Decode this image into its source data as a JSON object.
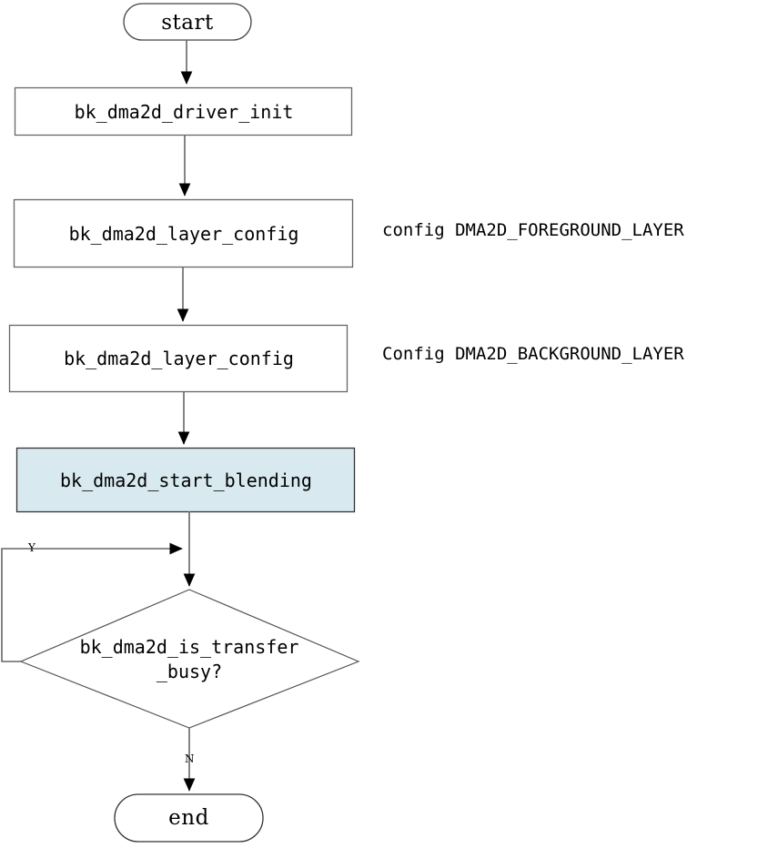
{
  "diagram": {
    "title": "bk_dma2d blending flowchart",
    "type": "flowchart",
    "background_color": "#ffffff",
    "stroke_color": "#666666",
    "text_color": "#000000",
    "highlight_fill": "#d9e9f0",
    "highlight_stroke": "#333333",
    "nodes": {
      "start": {
        "label": "start",
        "shape": "terminal"
      },
      "driver_init": {
        "label": "bk_dma2d_driver_init",
        "shape": "process"
      },
      "layer_config_fg": {
        "label": "bk_dma2d_layer_config",
        "shape": "process"
      },
      "layer_config_bg": {
        "label": "bk_dma2d_layer_config",
        "shape": "process"
      },
      "start_blending": {
        "label": "bk_dma2d_start_blending",
        "shape": "process",
        "highlighted": true
      },
      "is_transfer_busy": {
        "label_line1": "bk_dma2d_is_transfer",
        "label_line2": "_busy?",
        "shape": "decision"
      },
      "end": {
        "label": "end",
        "shape": "terminal"
      }
    },
    "annotations": {
      "foreground_note": "config DMA2D_FOREGROUND_LAYER",
      "background_note": "Config DMA2D_BACKGROUND_LAYER"
    },
    "edge_labels": {
      "yes": "Y",
      "no": "N"
    }
  }
}
